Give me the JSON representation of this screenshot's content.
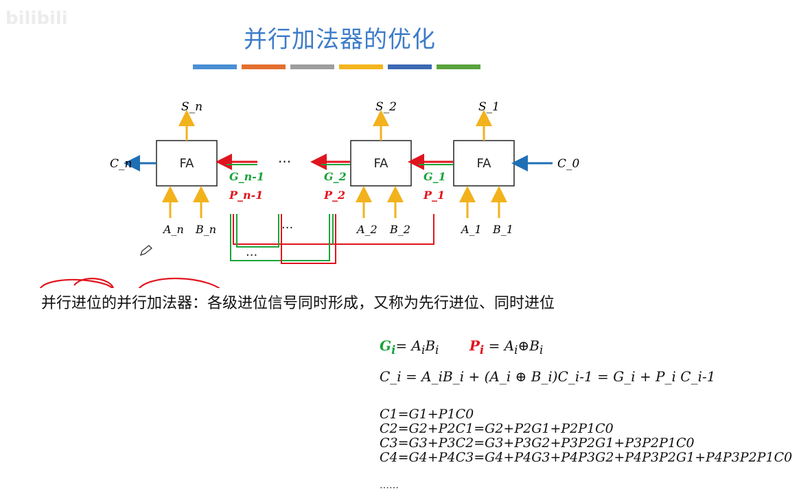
{
  "slide": {
    "title": "并行加法器的优化",
    "watermark": "bilibili",
    "color_bars": [
      "#4a8fd4",
      "#e36f2e",
      "#9e9e9e",
      "#f3b51c",
      "#3d69b4",
      "#5aa33d"
    ]
  },
  "diagram": {
    "blocks": [
      "FA",
      "FA",
      "FA"
    ],
    "sum_labels": [
      "S_n",
      "S_2",
      "S_1"
    ],
    "carry_out": "C_n",
    "carry_in": "C_0",
    "g_labels": [
      "G_n-1",
      "G_2",
      "G_1"
    ],
    "p_labels": [
      "P_n-1",
      "P_2",
      "P_1"
    ],
    "a_labels": [
      "A_n",
      "A_2",
      "A_1"
    ],
    "b_labels": [
      "B_n",
      "B_2",
      "B_1"
    ],
    "ellipses": [
      "···",
      "···",
      "···"
    ]
  },
  "description": "并行进位的并行加法器：各级进位信号同时形成，又称为先行进位、同时进位",
  "formulas": {
    "gi": {
      "g": "G",
      "g_sub": "i",
      "eq1": "= A",
      "s1": "i",
      "b": "B",
      "s2": "i",
      "p": "P",
      "p_sub": "i",
      "eq2": "= A",
      "s3": "i",
      "xor": "⊕B",
      "s4": "i"
    },
    "ci_text": "C_i = A_iB_i + (A_i ⊕ B_i)C_i-1 = G_i + P_i C_i-1",
    "carries": [
      "C1=G1+P1C0",
      "C2=G2+P2C1=G2+P2G1+P2P1C0",
      "C3=G3+P3C2=G3+P3G2+P3P2G1+P3P2P1C0",
      "C4=G4+P4C3=G4+P4G3+P4P3G2+P4P3P2G1+P4P3P2P1C0"
    ],
    "ellipsis": "……"
  }
}
